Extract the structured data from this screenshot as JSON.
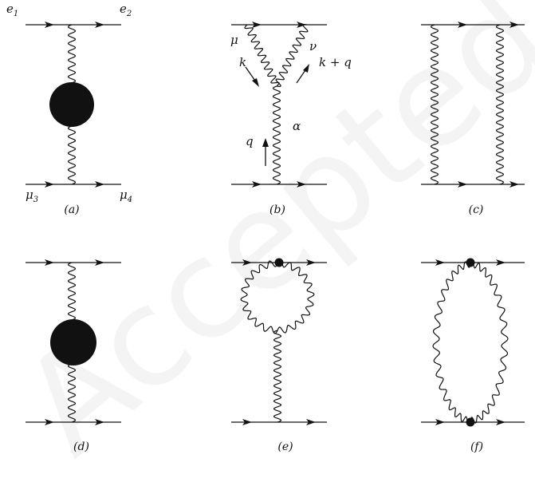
{
  "watermark": "Accepted",
  "panel_a": {
    "caption": "(a)",
    "e1": "e",
    "e1_sub": "1",
    "e2": "e",
    "e2_sub": "2",
    "mu3": "μ",
    "mu3_sub": "3",
    "mu4": "μ",
    "mu4_sub": "4"
  },
  "panel_b": {
    "caption": "(b)",
    "mu": "μ",
    "nu": "ν",
    "k": "k",
    "kq": "k + q",
    "q": "q",
    "alpha": "α"
  },
  "panel_c": {
    "caption": "(c)"
  },
  "panel_d": {
    "caption": "(d)"
  },
  "panel_e": {
    "caption": "(e)"
  },
  "panel_f": {
    "caption": "(f)"
  },
  "colors": {
    "ink": "#111111",
    "background": "#ffffff",
    "watermark": "#0000000b"
  }
}
